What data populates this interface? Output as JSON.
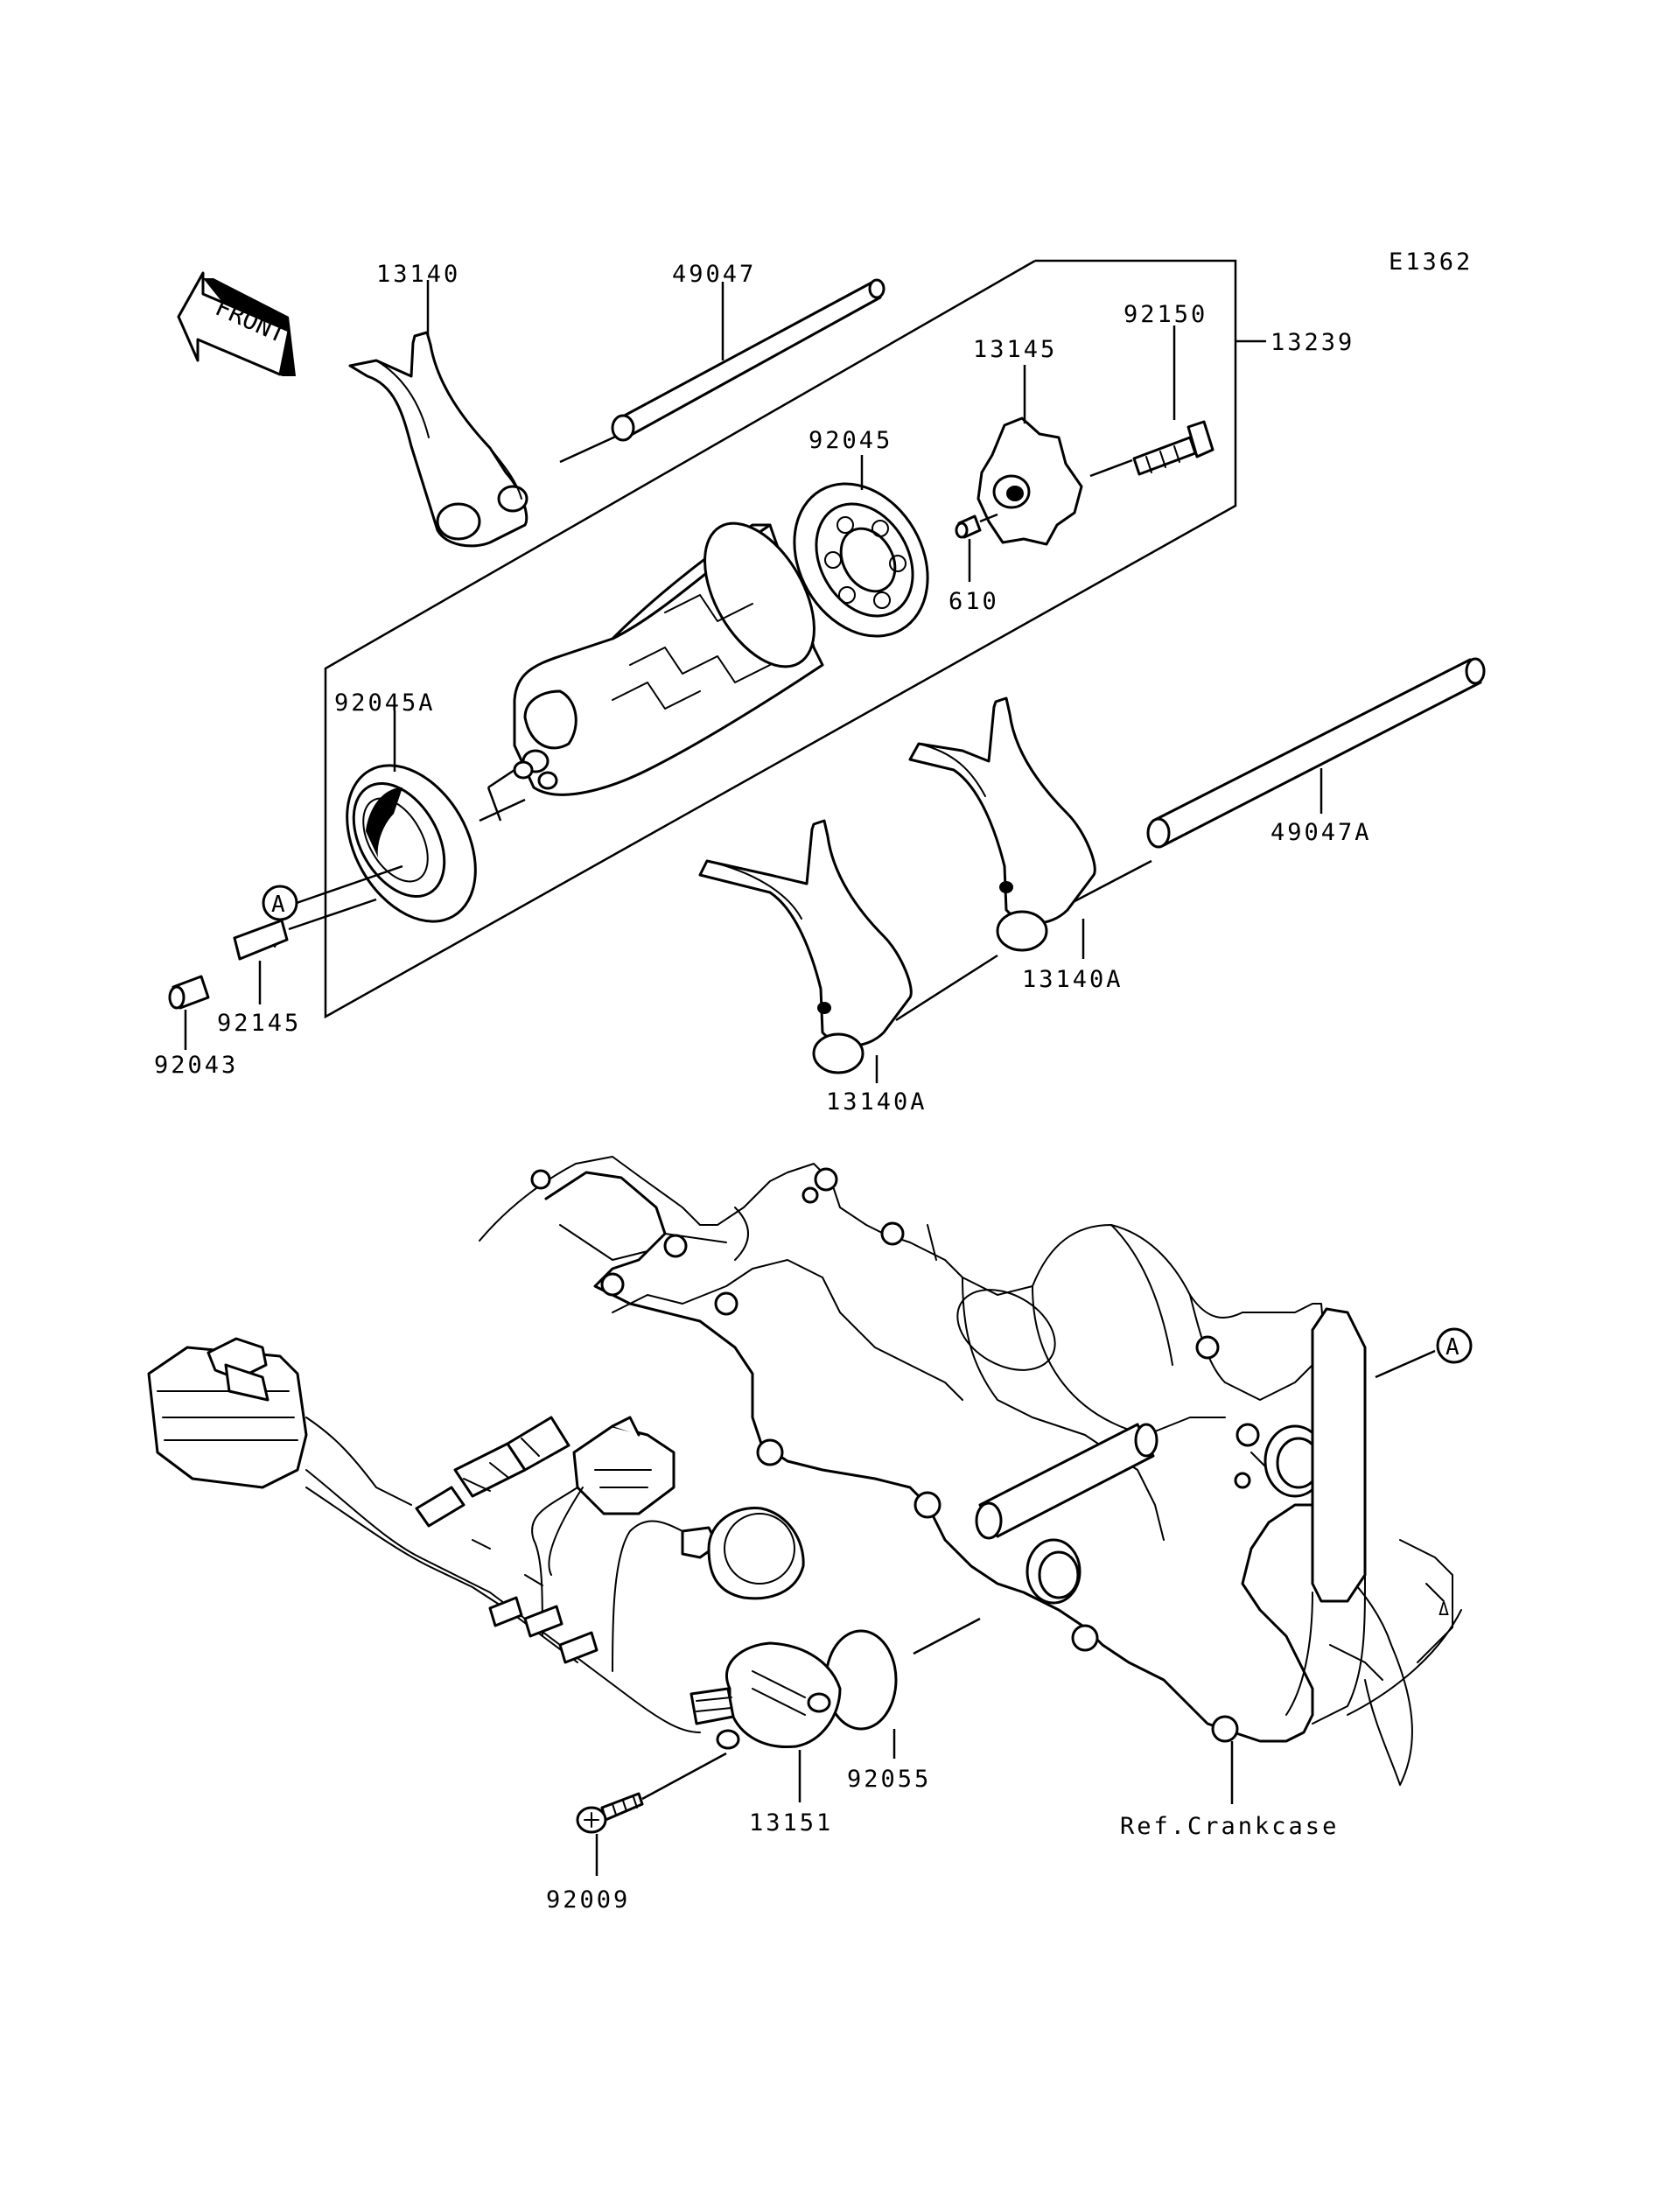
{
  "diagram_code": "E1362",
  "front_label": "FRONT",
  "ref_label": "Ref.Crankcase",
  "callouts": {
    "c13140": "13140",
    "c49047": "49047",
    "c92150": "92150",
    "c13145": "13145",
    "c13239": "13239",
    "c92045": "92045",
    "c610": "610",
    "c92045A": "92045A",
    "c49047A": "49047A",
    "c13140A_upper": "13140A",
    "c13140A_lower": "13140A",
    "c92145": "92145",
    "c92043": "92043",
    "c92055": "92055",
    "c13151": "13151",
    "c92009": "92009"
  },
  "markers": {
    "a_left": "A",
    "a_right": "A"
  }
}
